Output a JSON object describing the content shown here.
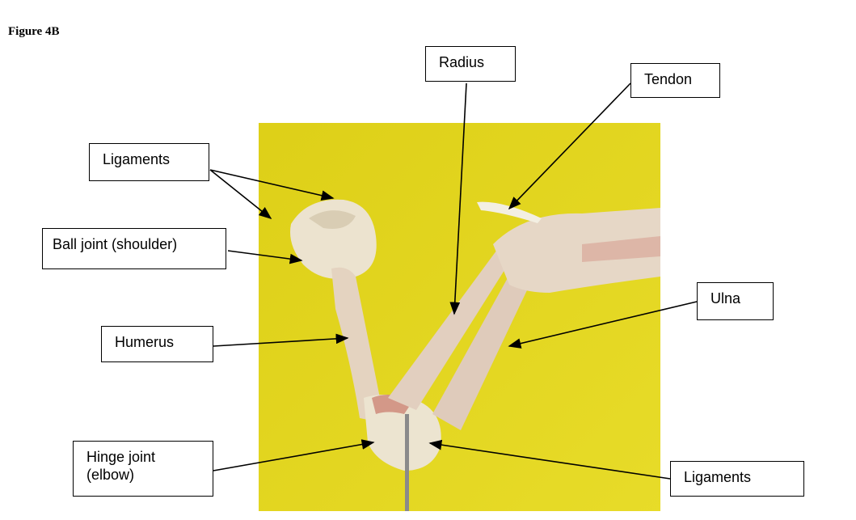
{
  "figure_title": "Figure 4B",
  "labels": {
    "radius": "Radius",
    "tendon": "Tendon",
    "ligaments_top": "Ligaments",
    "ball_joint": "Ball joint (shoulder)",
    "humerus": "Humerus",
    "ulna": "Ulna",
    "hinge_joint_line1": "Hinge joint",
    "hinge_joint_line2": "(elbow)",
    "ligaments_bottom": "Ligaments"
  },
  "colors": {
    "background": "#e6da1e",
    "bone": "#e8d9c4"
  }
}
